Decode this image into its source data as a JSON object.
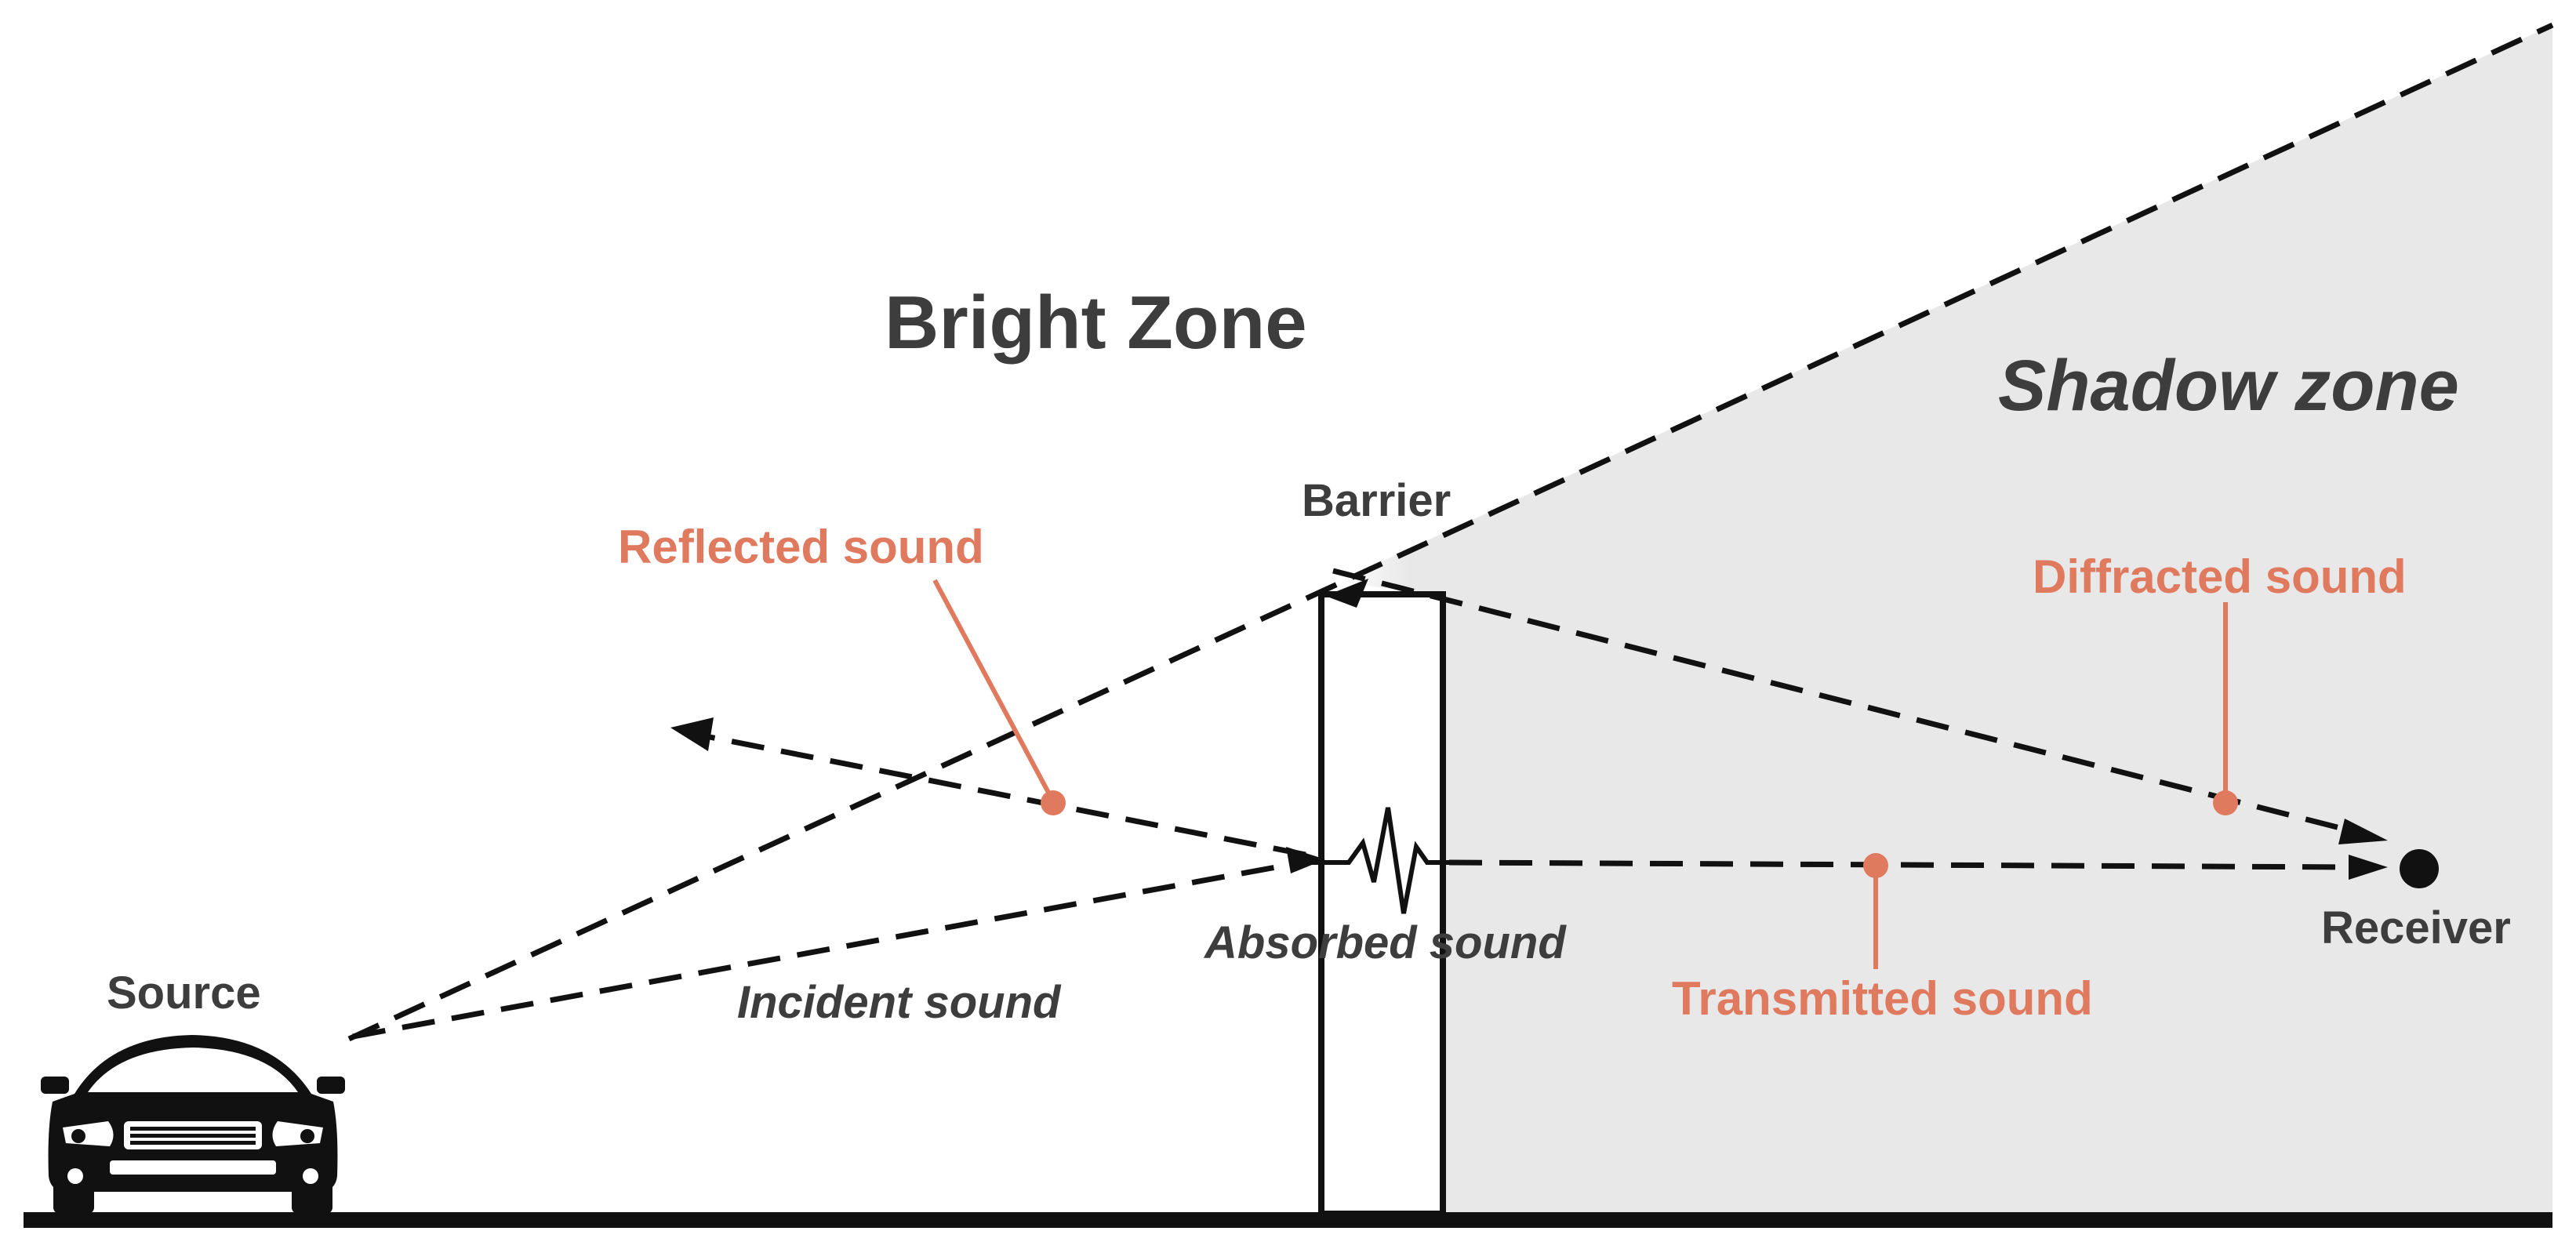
{
  "zones": {
    "bright": "Bright Zone",
    "shadow": "Shadow zone"
  },
  "objects": {
    "source": "Source",
    "barrier": "Barrier",
    "receiver": "Receiver"
  },
  "paths": {
    "incident": "Incident sound",
    "absorbed": "Absorbed sound",
    "reflected": "Reflected sound",
    "diffracted": "Diffracted sound",
    "transmitted": "Transmitted sound"
  },
  "colors": {
    "text": "#3d3d3d",
    "accent": "#e07a5f",
    "shadow_fill": "#e8e8e8",
    "line": "#111111"
  },
  "icons": {
    "source": "car-front-icon",
    "receiver": "receiver-dot-icon"
  }
}
